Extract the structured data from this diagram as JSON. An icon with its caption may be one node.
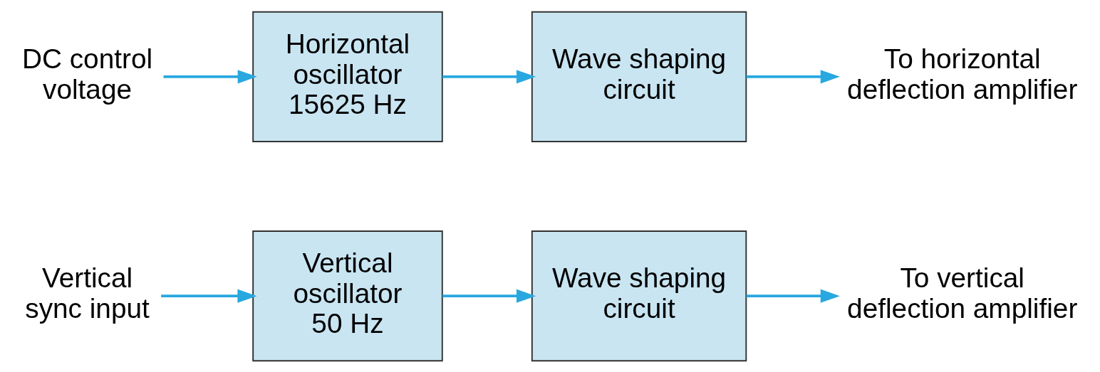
{
  "diagram": {
    "nodes": [
      {
        "text": [
          "Vertical sync input"
        ]
      },
      {
        "text": [
          "Vertical oscillator 50 Hz"
        ]
      },
      {
        "text": [
          "Wave shaping circuit"
        ]
      },
      {
        "text": [
          "To vertical deflection amplifier"
        ]
      },
      {
        "text": [
          "DC control voltage"
        ]
      },
      {
        "text": [
          "Horizontal oscillator 15625 Hz"
        ]
      },
      {
        "text": [
          "Wave shaping circuit"
        ]
      },
      {
        "text": [
          "To horizontal deflection amplifier"
        ]
      }
    ],
    "edges": [
      {
        "from": 0,
        "to": 1,
        "arrow": "to"
      },
      {
        "from": 1,
        "to": 2,
        "arrow": "to"
      },
      {
        "from": 2,
        "to": 3,
        "arrow": "to"
      },
      {
        "from": 4,
        "to": 5,
        "arrow": "to"
      },
      {
        "from": 5,
        "to": 6,
        "arrow": "to"
      },
      {
        "from": 6,
        "to": 7,
        "arrow": "to"
      }
    ]
  }
}
